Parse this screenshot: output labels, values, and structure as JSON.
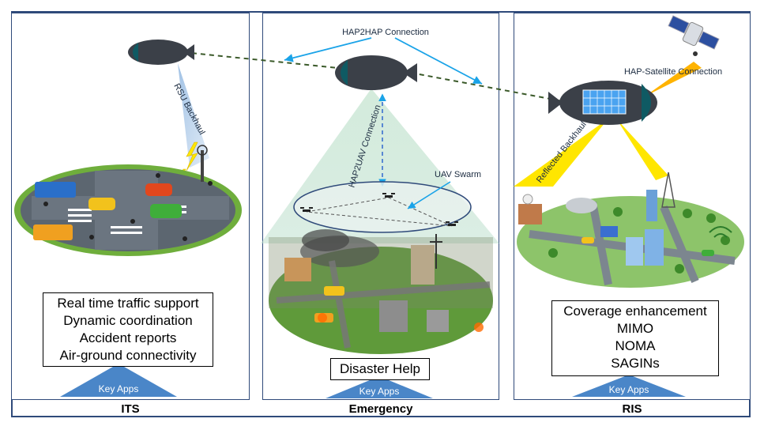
{
  "panels": [
    {
      "id": "its",
      "title": "ITS",
      "apps": [
        "Real time traffic support",
        "Dynamic coordination",
        "Accident reports",
        "Air-ground connectivity"
      ],
      "key_apps_label": "Key Apps"
    },
    {
      "id": "emergency",
      "title": "Emergency",
      "apps": [
        "Disaster Help"
      ],
      "key_apps_label": "Key Apps"
    },
    {
      "id": "ris",
      "title": "RIS",
      "apps": [
        "Coverage enhancement",
        "MIMO",
        "NOMA",
        "SAGINs"
      ],
      "key_apps_label": "Key Apps"
    }
  ],
  "link_labels": {
    "hap2hap": "HAP2HAP Connection",
    "rsu_backhaul": "RSU Backhaul",
    "hap2uav": "HAP2UAV Connection",
    "uav_swarm": "UAV Swarm",
    "hap_satellite": "HAP-Satellite Connection",
    "reflected_backhaul": "Reflected Backhaul"
  },
  "colors": {
    "frame": "#2f4a7a",
    "key_apps_triangle": "#4a86c8",
    "link_blue": "#1aa3e8",
    "backhaul_yellow": "#ffe600",
    "hap_body": "#3b4048",
    "hap_nose": "#0f5a63",
    "ground_green": "#6fae3c"
  }
}
